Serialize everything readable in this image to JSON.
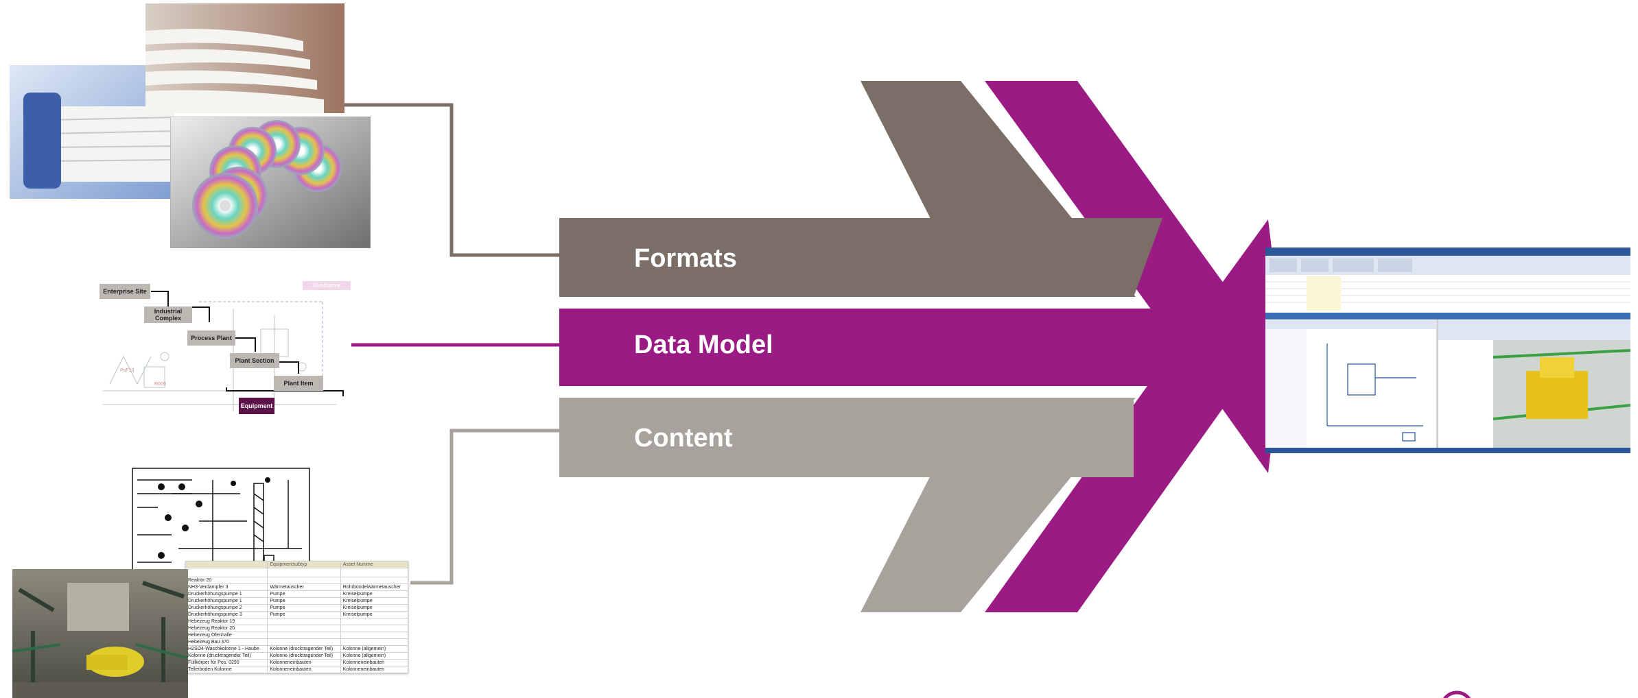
{
  "bands": {
    "formats": "Formats",
    "data_model": "Data Model",
    "content": "Content"
  },
  "hierarchy": {
    "illustrative_tag": "Illustrative",
    "enterprise_site": "Enterprise Site",
    "industrial_complex": "Industrial Complex",
    "process_plant": "Process Plant",
    "plant_section": "Plant Section",
    "plant_item": "Plant Item",
    "equipment": "Equipment"
  },
  "table": {
    "headers": [
      "",
      "Equipmentsubtyp",
      "Asset Numme"
    ],
    "rows": [
      [
        "Reaktor 20",
        "",
        ""
      ],
      [
        "NH3-Verdampfer 3",
        "Wärmetauscher",
        "Rohrbündelwärmetauscher"
      ],
      [
        "Druckerhöhungspumpe 1",
        "Pumpe",
        "Kreiselpumpe"
      ],
      [
        "Druckerhöhungspumpe 1",
        "Pumpe",
        "Kreiselpumpe"
      ],
      [
        "Druckerhöhungspumpe 2",
        "Pumpe",
        "Kreiselpumpe"
      ],
      [
        "Druckerhöhungspumpe 3",
        "Pumpe",
        "Kreiselpumpe"
      ],
      [
        "Hebezeug Reaktor 19",
        "",
        ""
      ],
      [
        "Hebezeug Reaktor 20",
        "",
        ""
      ],
      [
        "Hebezeug Ofenhalle",
        "",
        ""
      ],
      [
        "Hebezeug Bau 370",
        "",
        ""
      ],
      [
        "H2SO4-Waschkolonne 1 - Haube",
        "Kolonne (drucktragender Teil)",
        "Kolonne (allgemein)"
      ],
      [
        "Kolonne (drucktragender Teil)",
        "Kolonne (drucktragender Teil)",
        "Kolonne (allgemein)"
      ],
      [
        "Füllkörper für Pos. 0290",
        "Kolonneneinbauten",
        "Kolonneneinbauten"
      ],
      [
        "Tellerboden Kolonne",
        "Kolonneneinbauten",
        "Kolonneneinbauten"
      ]
    ]
  },
  "colors": {
    "formats": "#7a6e66",
    "data_model": "#9a1b83",
    "content": "#a8a29d",
    "chevron_purple": "#9a1b83",
    "chevron_gray": "#7a6e66",
    "lower_gray": "#a8a29d"
  }
}
